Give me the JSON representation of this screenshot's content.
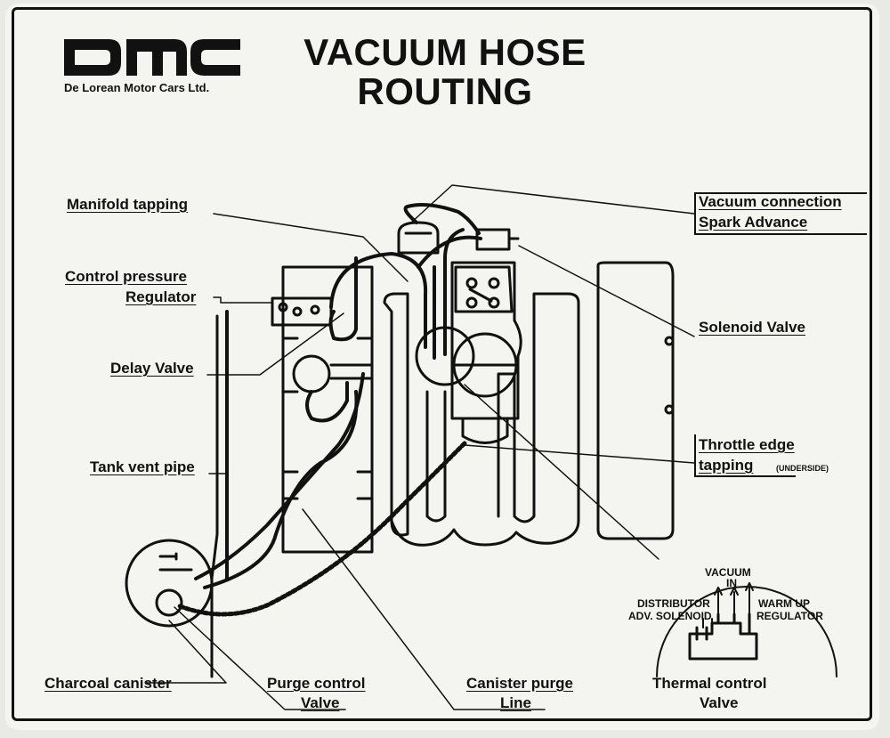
{
  "brand": {
    "logo_text": "DMC",
    "company": "De Lorean Motor Cars Ltd."
  },
  "title": {
    "line1": "VACUUM HOSE",
    "line2": "ROUTING"
  },
  "labels": {
    "manifold_tapping": "Manifold tapping",
    "control_pressure_1": "Control pressure",
    "control_pressure_2": "Regulator",
    "delay_valve": "Delay Valve",
    "tank_vent_pipe": "Tank vent pipe",
    "charcoal_canister": "Charcoal canister",
    "purge_control_1": "Purge control",
    "purge_control_2": "Valve",
    "canister_purge_1": "Canister purge",
    "canister_purge_2": "Line",
    "vacuum_connection_1": "Vacuum connection",
    "vacuum_connection_2": "Spark Advance",
    "solenoid_valve": "Solenoid Valve",
    "throttle_edge_1": "Throttle edge",
    "throttle_edge_2": "tapping",
    "throttle_edge_note": "(UNDERSIDE)",
    "thermal_1": "Thermal control",
    "thermal_2": "Valve"
  },
  "inset": {
    "vacuum_in_1": "VACUUM",
    "vacuum_in_2": "IN",
    "distributor_1": "DISTRIBUTOR",
    "distributor_2": "ADV. SOLENOID",
    "warm_up_1": "WARM UP",
    "warm_up_2": "REGULATOR"
  },
  "colors": {
    "ink": "#111111",
    "plate": "#f4f4f1",
    "background": "#e9e9e6"
  }
}
